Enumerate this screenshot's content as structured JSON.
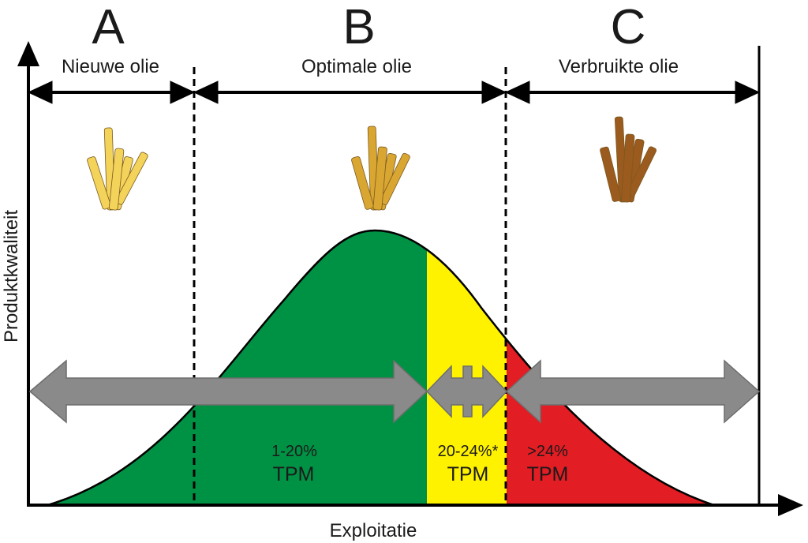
{
  "zones": [
    {
      "letter": "A",
      "label": "Nieuwe olie"
    },
    {
      "letter": "B",
      "label": "Optimale olie"
    },
    {
      "letter": "C",
      "label": "Verbruikte olie"
    }
  ],
  "tpm_bands": [
    {
      "range": "1-20%",
      "unit": "TPM",
      "color": "#009244"
    },
    {
      "range": "20-24%*",
      "unit": "TPM",
      "color": "#fff200"
    },
    {
      "range": ">24%",
      "unit": "TPM",
      "color": "#e21d24"
    }
  ],
  "axes": {
    "x_label": "Exploitatie",
    "y_label": "Produktkwaliteit"
  },
  "icons": [
    "fries-light-icon",
    "fries-golden-icon",
    "fries-dark-icon"
  ],
  "colors": {
    "arrow_gray": "#8a8a8a",
    "fries_light": "#f3d35a",
    "fries_golden": "#d9a632",
    "fries_dark": "#9b5a1e"
  }
}
